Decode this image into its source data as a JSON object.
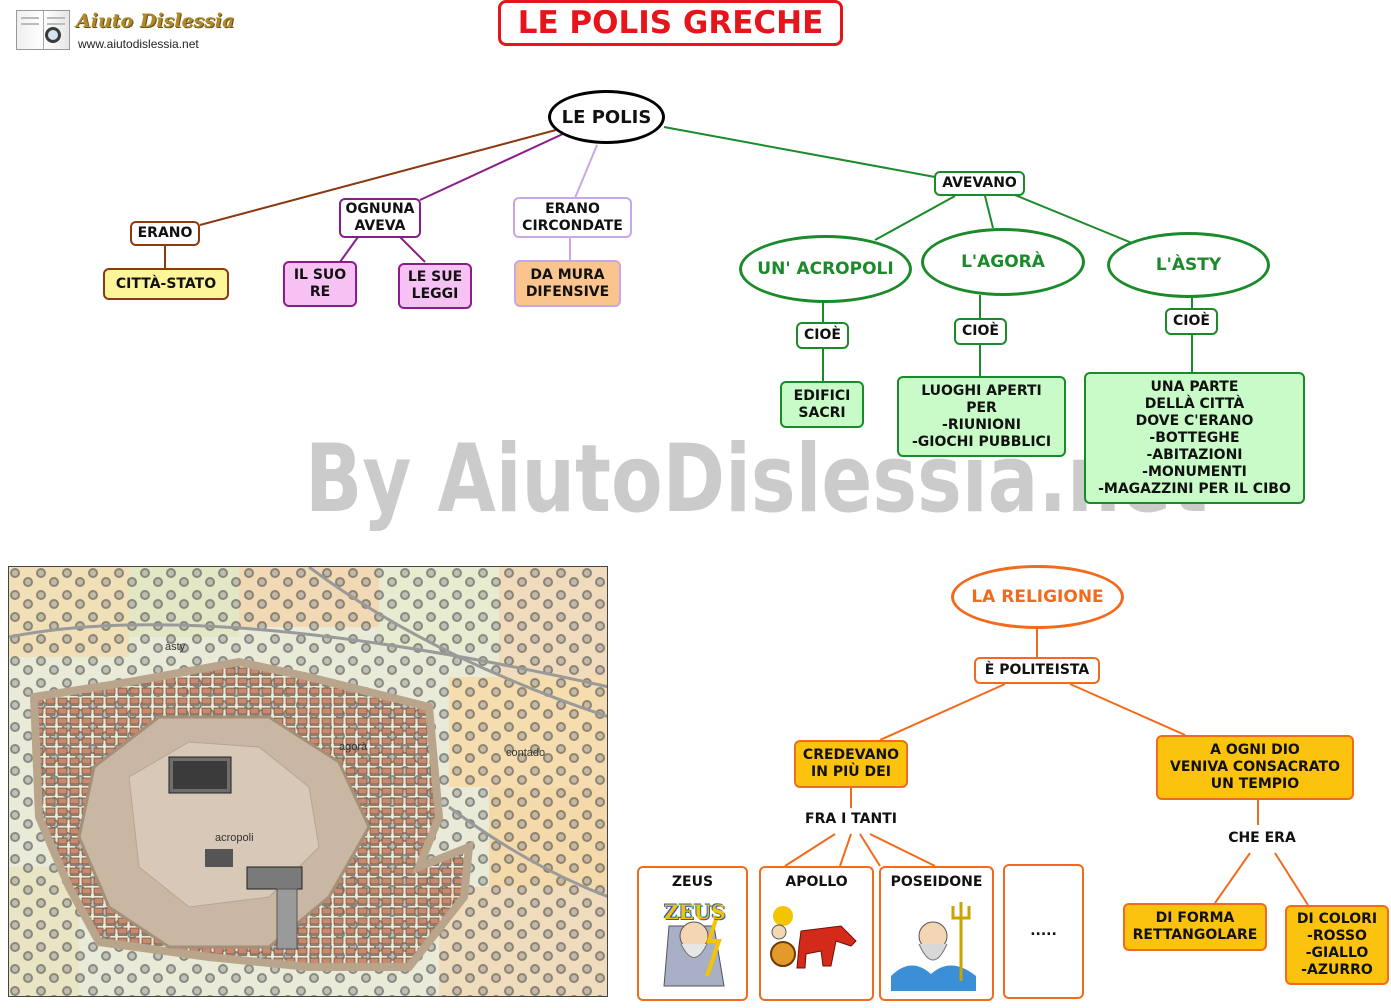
{
  "header": {
    "logo_text": "Aiuto Dislessia",
    "logo_url": "www.aiutodislessia.net",
    "title": "LE POLIS GRECHE"
  },
  "watermark": "By AiutoDislessia.net",
  "polis": {
    "root": "LE POLIS",
    "erano": "ERANO",
    "citta_stato": "CITTÀ-STATO",
    "ognuna_aveva": "OGNUNA\nAVEVA",
    "il_suo_re": "IL SUO\nRE",
    "le_sue_leggi": "LE SUE\nLEGGI",
    "erano_circondate": "ERANO\nCIRCONDATE",
    "da_mura": "DA MURA\nDIFENSIVE",
    "avevano": "AVEVANO",
    "acropoli": "UN' ACROPOLI",
    "agora": "L'AGORÀ",
    "asty": "L'ÀSTY",
    "cioe_1": "CIOÈ",
    "cioe_2": "CIOÈ",
    "cioe_3": "CIOÈ",
    "edifici_sacri": "EDIFICI\nSACRI",
    "luoghi_aperti": "LUOGHI APERTI\nPER\n-RIUNIONI\n-GIOCHI PUBBLICI",
    "una_parte": "UNA PARTE\nDELLÀ CITTÀ\nDOVE C'ERANO\n-BOTTEGHE\n-ABITAZIONI\n-MONUMENTI\n-MAGAZZINI PER IL CIBO"
  },
  "map": {
    "label_asty": "àsty",
    "label_agora": "agorà",
    "label_contado": "contado",
    "label_acropoli": "acropoli"
  },
  "religione": {
    "root": "LA RELIGIONE",
    "politeista": "È POLITEISTA",
    "credevano": "CREDEVANO\nIN PIÙ DEI",
    "ogni_dio": "A OGNI DIO\nVENIVA CONSACRATO\nUN TEMPIO",
    "fra_i_tanti": "FRA I TANTI",
    "che_era": "CHE ERA",
    "zeus": "ZEUS",
    "zeus_logo": "ZEUS",
    "apollo": "APOLLO",
    "poseidone": "POSEIDONE",
    "altri": ".....",
    "forma": "DI FORMA\nRETTANGOLARE",
    "colori": "DI COLORI\n-ROSSO\n-GIALLO\n-AZURRO"
  },
  "colors": {
    "title_red": "#e8141c",
    "brown": "#8b3a12",
    "purple": "#8a1d8a",
    "lilac": "#c9a6e6",
    "green": "#1b8a2a",
    "orange": "#f26b1d",
    "yellow_fill": "#fdf59a",
    "pink_fill": "#f6c2f4",
    "salmon_fill": "#f9c48e",
    "mint_fill": "#c8fbc8",
    "gold_fill": "#fcc30e"
  }
}
